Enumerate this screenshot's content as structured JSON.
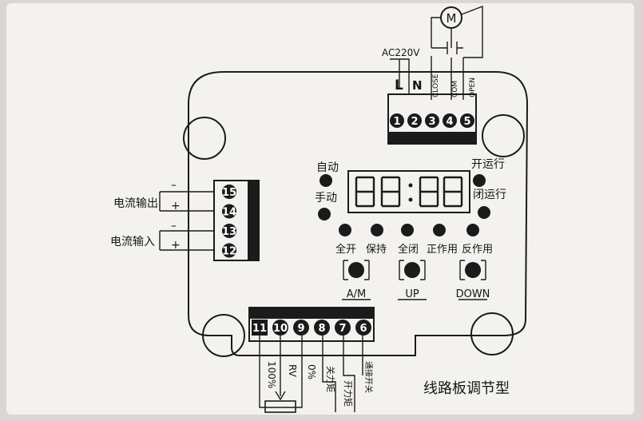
{
  "power": {
    "label": "AC220V",
    "L": "L",
    "N": "N",
    "close": "CLOSE",
    "com": "COM",
    "open": "OPEN",
    "motor": "M"
  },
  "top_terminals": [
    "1",
    "2",
    "3",
    "4",
    "5"
  ],
  "left_terminals": [
    "15",
    "14",
    "13",
    "12"
  ],
  "left_labels": {
    "current_out": "电流输出",
    "current_in": "电流输入",
    "minus": "–",
    "plus": "+"
  },
  "indicators": {
    "auto": "自动",
    "manual": "手动",
    "open_run": "开运行",
    "close_run": "闭运行"
  },
  "status_leds": [
    "全开",
    "保持",
    "全闭",
    "正作用",
    "反作用"
  ],
  "display": {
    "digits": "88:88"
  },
  "buttons": [
    {
      "label": "A/M"
    },
    {
      "label": "UP"
    },
    {
      "label": "DOWN"
    }
  ],
  "bottom_terminals": [
    "11",
    "10",
    "9",
    "8",
    "7",
    "6"
  ],
  "bottom_labels": {
    "pct100": "100%",
    "rv": "RV",
    "pct0": "0%",
    "close_torque": "关力矩",
    "open_torque": "开力矩",
    "common": "通接开关"
  },
  "title": "线路板调节型",
  "colors": {
    "ink": "#1b1b1b",
    "paper": "#f4f2ef"
  }
}
